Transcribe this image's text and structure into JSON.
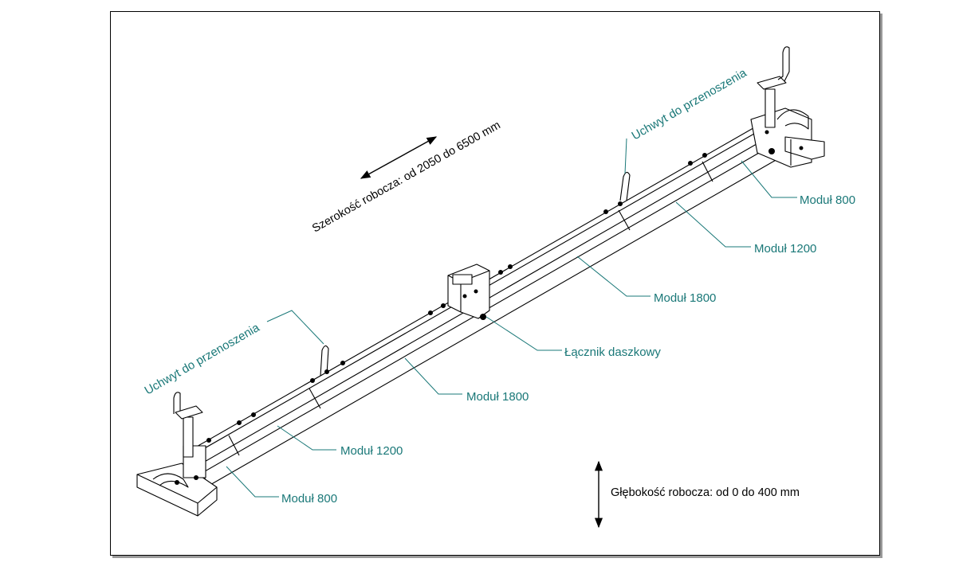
{
  "labels": {
    "width_range": "Szerokość robocza: od 2050 do 6500 mm",
    "depth_range": "Głębokość robocza: od 0 do 400 mm",
    "handle_right": "Uchwyt do przenoszenia",
    "handle_left": "Uchwyt do przenoszenia",
    "module_800_right": "Moduł 800",
    "module_1200_right": "Moduł 1200",
    "module_1800_right": "Moduł 1800",
    "connector": "Łącznik daszkowy",
    "module_1800_left": "Moduł 1800",
    "module_1200_left": "Moduł 1200",
    "module_800_left": "Moduł 800"
  },
  "colors": {
    "label": "#1a7878",
    "drawing": "#000000",
    "frame_shadow": "#9a9a9a"
  }
}
